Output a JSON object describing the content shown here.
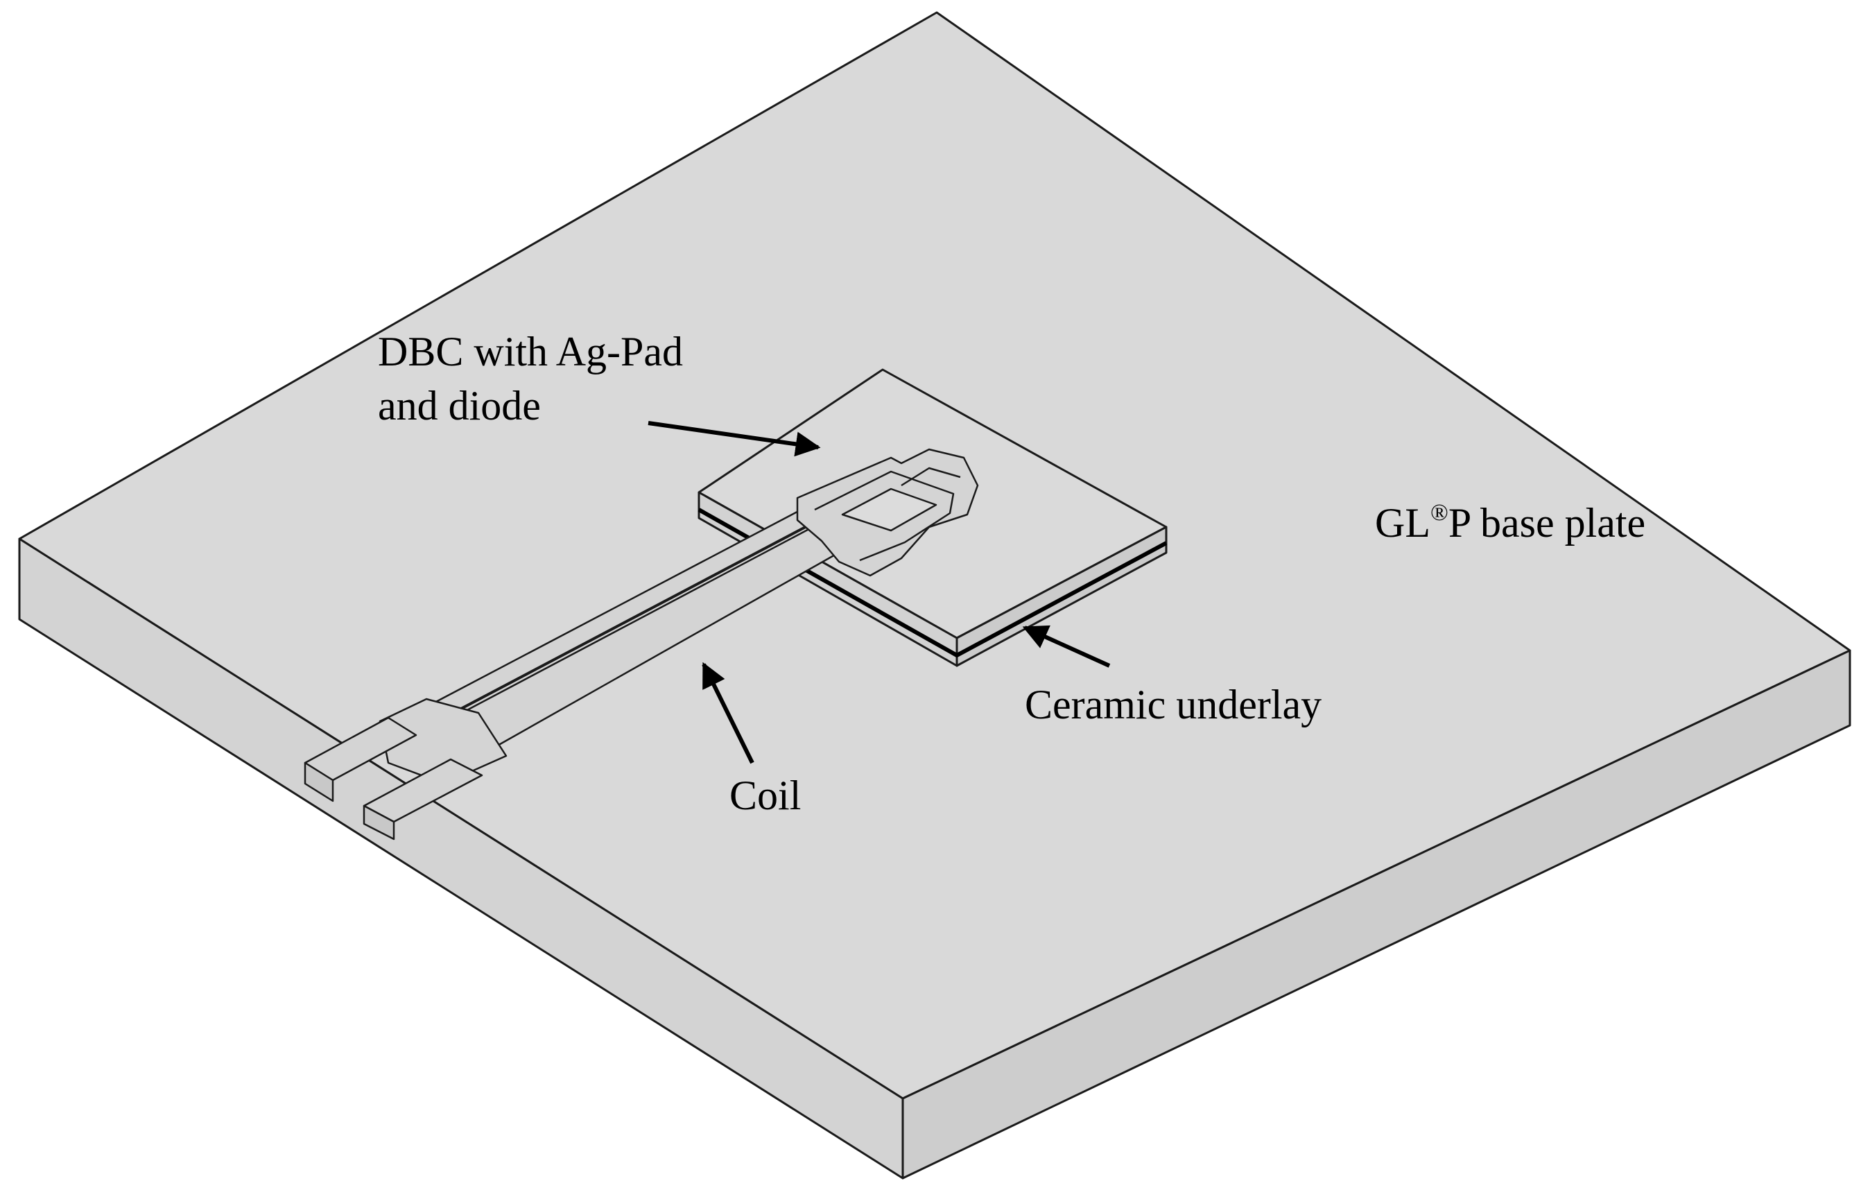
{
  "labels": {
    "dbc_line1": "DBC with Ag-Pad",
    "dbc_line2": "and diode",
    "base_prefix": "GL",
    "base_sup": "®",
    "base_suffix": "P base plate",
    "ceramic": "Ceramic underlay",
    "coil": "Coil"
  },
  "colors": {
    "surface": "#d9d9d9",
    "side": "#d6d6d6",
    "edge": "#1a1a1a",
    "arrow": "#000000"
  }
}
